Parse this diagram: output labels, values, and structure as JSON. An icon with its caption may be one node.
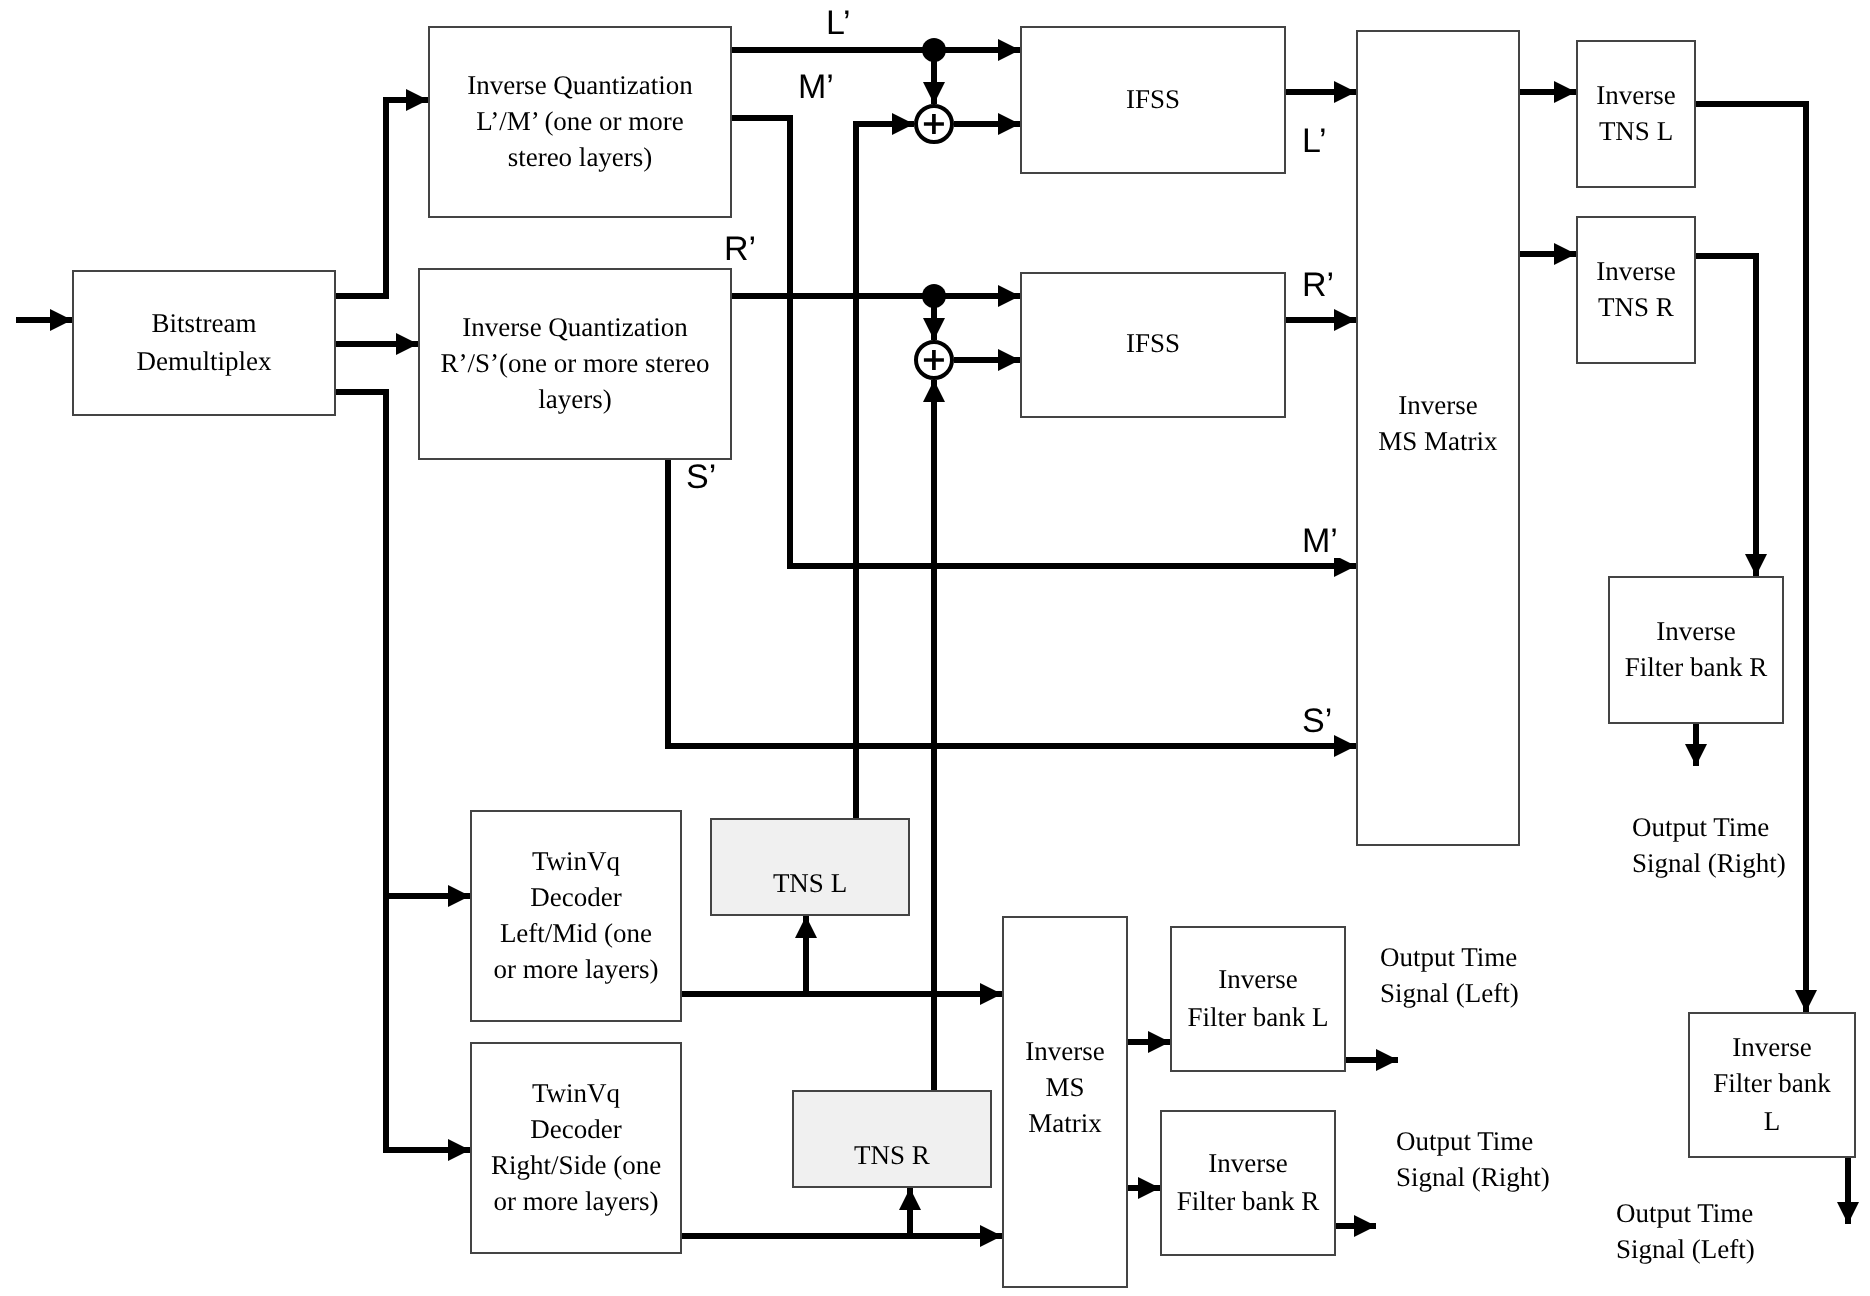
{
  "diagram": {
    "nodes": [
      {
        "text": [
          "Bitstream Demultiplex"
        ]
      },
      {
        "text": [
          "Inverse Quantization L’/M’ (one or more stereo layers)"
        ]
      },
      {
        "text": [
          "Inverse Quantization R’/S’(one or more stereo layers)"
        ]
      },
      {
        "text": [
          "+"
        ]
      },
      {
        "text": [
          "+"
        ]
      },
      {
        "text": [
          "IFSS"
        ]
      },
      {
        "text": [
          "IFSS"
        ]
      },
      {
        "text": [
          "Inverse",
          "MS Matrix"
        ]
      },
      {
        "text": [
          "Inverse TNS L"
        ]
      },
      {
        "text": [
          "Inverse TNS R"
        ]
      },
      {
        "text": [
          "Inverse Filter bank R"
        ],
        "beside": [
          "Output Time Signal (Right)"
        ]
      },
      {
        "text": [
          "TwinVq Decoder Left/Mid (one or more layers)"
        ]
      },
      {
        "text": [
          "TNS L"
        ]
      },
      {
        "text": [
          "TwinVq Decoder Right/Side (one or more layers)"
        ]
      },
      {
        "text": [
          "TNS R"
        ]
      },
      {
        "text": [
          "Inverse",
          "MS Matrix"
        ]
      },
      {
        "text": [
          "Inverse Filter bank L"
        ],
        "beside": [
          "Output Time Signal (Left)"
        ]
      },
      {
        "text": [
          "Inverse Filter bank R"
        ],
        "beside": [
          "Output Time Signal (Right)"
        ]
      },
      {
        "text": [
          "Inverse Filter bank L"
        ],
        "beside": [
          "Output Time Signal (Left)"
        ]
      }
    ],
    "edges": [
      {
        "from": null,
        "to": 0,
        "arrow": "to"
      },
      {
        "from": 0,
        "to": 1,
        "arrow": "to"
      },
      {
        "from": 0,
        "to": 2,
        "arrow": "to"
      },
      {
        "from": 0,
        "to": 11,
        "arrow": "to"
      },
      {
        "from": 0,
        "to": 13,
        "arrow": "to"
      },
      {
        "from": 1,
        "to": 5,
        "arrow": "to",
        "label": "L’"
      },
      {
        "from": 1,
        "to": 3,
        "arrow": "to"
      },
      {
        "from": 1,
        "to": 7,
        "arrow": "to",
        "label": "M’"
      },
      {
        "from": 2,
        "to": 6,
        "arrow": "to",
        "label": "R’"
      },
      {
        "from": 2,
        "to": 4,
        "arrow": "to"
      },
      {
        "from": 2,
        "to": 7,
        "arrow": "to",
        "label": "S’"
      },
      {
        "from": 3,
        "to": 5,
        "arrow": "to"
      },
      {
        "from": 4,
        "to": 6,
        "arrow": "to"
      },
      {
        "from": 12,
        "to": 3,
        "arrow": "to"
      },
      {
        "from": 14,
        "to": 4,
        "arrow": "to"
      },
      {
        "from": 5,
        "to": 7,
        "arrow": "to",
        "label": "L’"
      },
      {
        "from": 6,
        "to": 7,
        "arrow": "to",
        "label": "R’"
      },
      {
        "from": 7,
        "to": 8,
        "arrow": "to"
      },
      {
        "from": 7,
        "to": 9,
        "arrow": "to"
      },
      {
        "from": 9,
        "to": 10,
        "arrow": "to"
      },
      {
        "from": 10,
        "to": null,
        "arrow": "to"
      },
      {
        "from": 8,
        "to": 18,
        "arrow": "to"
      },
      {
        "from": 18,
        "to": null,
        "arrow": "to"
      },
      {
        "from": 11,
        "to": 15,
        "arrow": "to"
      },
      {
        "from": 11,
        "to": 12,
        "arrow": "to"
      },
      {
        "from": 13,
        "to": 15,
        "arrow": "to"
      },
      {
        "from": 13,
        "to": 14,
        "arrow": "to"
      },
      {
        "from": 15,
        "to": 16,
        "arrow": "to"
      },
      {
        "from": 15,
        "to": 17,
        "arrow": "to"
      },
      {
        "from": 16,
        "to": null,
        "arrow": "to"
      },
      {
        "from": 17,
        "to": null,
        "arrow": "to"
      }
    ],
    "labels": [
      "M’",
      "S’"
    ]
  }
}
